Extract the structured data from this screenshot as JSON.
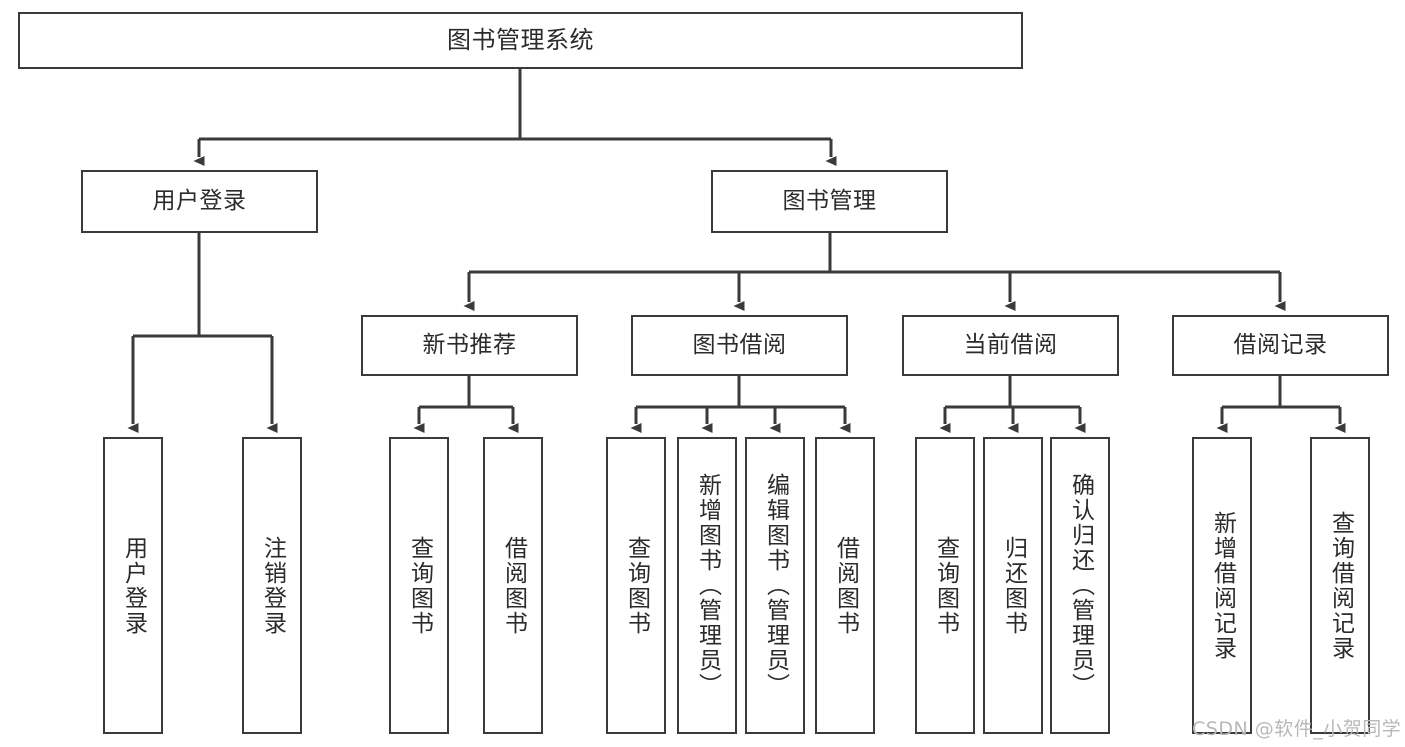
{
  "diagram": {
    "title": "图书管理系统",
    "type": "hierarchy-tree",
    "orientation": "top-down",
    "colors": {
      "box_border": "#3a3a3a",
      "box_fill": "#ffffff",
      "connector": "#3a3a3a",
      "text": "#2b2b2b",
      "watermark": "#b8b8b8",
      "background": "#ffffff"
    },
    "levels": [
      {
        "level": 1,
        "nodes": [
          {
            "id": "root",
            "label": "图书管理系统",
            "text_mode": "horizontal"
          }
        ]
      },
      {
        "level": 2,
        "nodes": [
          {
            "id": "user-login",
            "label": "用户登录",
            "text_mode": "horizontal",
            "parent": "root"
          },
          {
            "id": "book-manage",
            "label": "图书管理",
            "text_mode": "horizontal",
            "parent": "root"
          }
        ]
      },
      {
        "level": 3,
        "nodes": [
          {
            "id": "new-book-rec",
            "label": "新书推荐",
            "text_mode": "horizontal",
            "parent": "book-manage"
          },
          {
            "id": "book-borrow",
            "label": "图书借阅",
            "text_mode": "horizontal",
            "parent": "book-manage"
          },
          {
            "id": "current-borrow",
            "label": "当前借阅",
            "text_mode": "horizontal",
            "parent": "book-manage"
          },
          {
            "id": "borrow-record",
            "label": "借阅记录",
            "text_mode": "horizontal",
            "parent": "book-manage"
          }
        ]
      },
      {
        "level": 4,
        "nodes": [
          {
            "id": "leaf-user-login",
            "label": "用户登录",
            "text_mode": "vertical",
            "parent": "user-login"
          },
          {
            "id": "leaf-logout-login",
            "label": "注销登录",
            "text_mode": "vertical",
            "parent": "user-login"
          },
          {
            "id": "leaf-query-book-1",
            "label": "查询图书",
            "text_mode": "vertical",
            "parent": "new-book-rec"
          },
          {
            "id": "leaf-borrow-book-1",
            "label": "借阅图书",
            "text_mode": "vertical",
            "parent": "new-book-rec"
          },
          {
            "id": "leaf-query-book-2",
            "label": "查询图书",
            "text_mode": "vertical",
            "parent": "book-borrow"
          },
          {
            "id": "leaf-add-book-admin",
            "label": "新增图书（管理员）",
            "text_mode": "vertical",
            "parent": "book-borrow"
          },
          {
            "id": "leaf-edit-book-admin",
            "label": "编辑图书（管理员）",
            "text_mode": "vertical",
            "parent": "book-borrow"
          },
          {
            "id": "leaf-borrow-book-2",
            "label": "借阅图书",
            "text_mode": "vertical",
            "parent": "book-borrow"
          },
          {
            "id": "leaf-query-book-3",
            "label": "查询图书",
            "text_mode": "vertical",
            "parent": "current-borrow"
          },
          {
            "id": "leaf-return-book",
            "label": "归还图书",
            "text_mode": "vertical",
            "parent": "current-borrow"
          },
          {
            "id": "leaf-confirm-return-admin",
            "label": "确认归还（管理员）",
            "text_mode": "vertical",
            "parent": "current-borrow"
          },
          {
            "id": "leaf-add-borrow-record",
            "label": "新增借阅记录",
            "text_mode": "vertical",
            "parent": "borrow-record"
          },
          {
            "id": "leaf-query-borrow-record",
            "label": "查询借阅记录",
            "text_mode": "vertical",
            "parent": "borrow-record"
          }
        ]
      }
    ],
    "watermark": "CSDN @软件_小贺同学"
  }
}
